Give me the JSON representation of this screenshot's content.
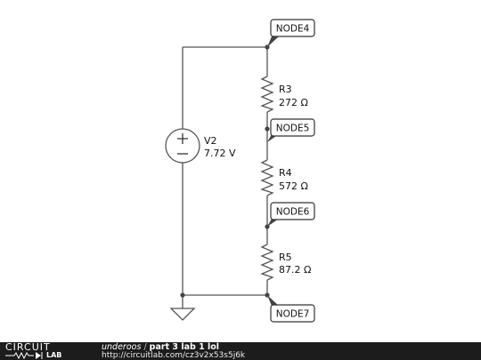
{
  "schematic": {
    "source": {
      "name": "V2",
      "value": "7.72 V"
    },
    "resistors": [
      {
        "name": "R3",
        "value": "272 Ω"
      },
      {
        "name": "R4",
        "value": "572 Ω"
      },
      {
        "name": "R5",
        "value": "87.2 Ω"
      }
    ],
    "nodes": [
      "NODE4",
      "NODE5",
      "NODE6",
      "NODE7"
    ]
  },
  "footer": {
    "logo_top": "CIRCUIT",
    "logo_bottom": "LAB",
    "author": "underoos",
    "separator": "/",
    "project": "part 3 lab 1 lol",
    "url": "http://circuitlab.com/cz3v2x53s5j6k"
  }
}
